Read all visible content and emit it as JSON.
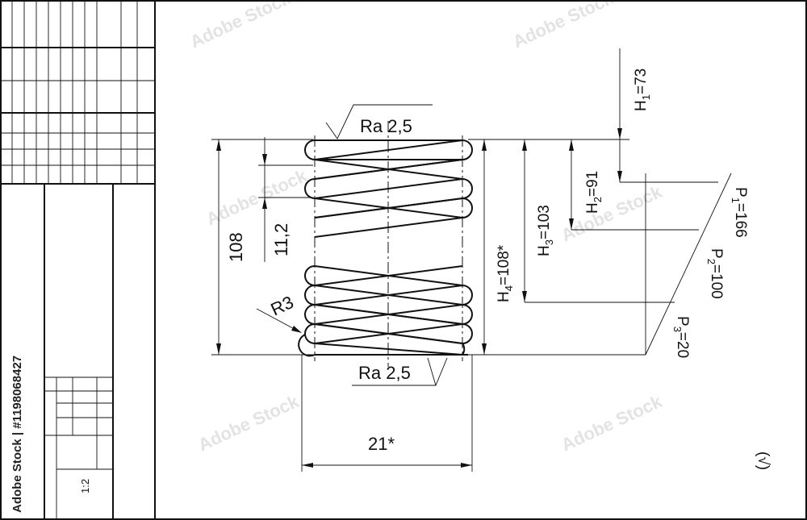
{
  "drawing": {
    "free_length": "108",
    "pitch": "11,2",
    "end_radius": "R3",
    "outer_diameter": "21*",
    "roughness_top": "Ra 2,5",
    "roughness_bottom": "Ra 2,5",
    "h1": {
      "sym": "H",
      "sub": "1",
      "val": "=73"
    },
    "h2": {
      "sym": "H",
      "sub": "2",
      "val": "=91"
    },
    "h3": {
      "sym": "H",
      "sub": "3",
      "val": "=103"
    },
    "h4": {
      "sym": "H",
      "sub": "4",
      "val": "=108*"
    },
    "p1": {
      "sym": "P",
      "sub": "1",
      "val": "=166"
    },
    "p2": {
      "sym": "P",
      "sub": "2",
      "val": "=100"
    },
    "p3": {
      "sym": "P",
      "sub": "3",
      "val": "=20"
    },
    "surface_mark": "(√)",
    "scale": "1:2"
  },
  "stock_text": "Adobe Stock | #1198068427",
  "watermark": "Adobe Stock"
}
